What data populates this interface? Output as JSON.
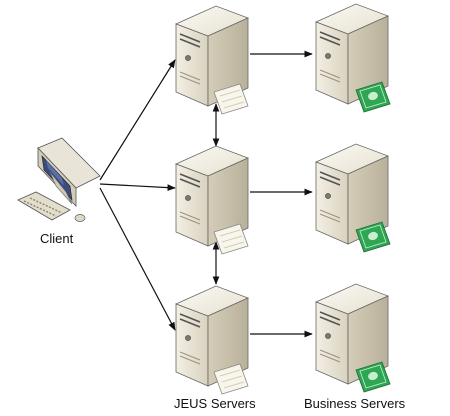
{
  "labels": {
    "client": "Client",
    "jeus": "JEUS Servers",
    "business": "Business Servers"
  },
  "nodes": {
    "jeus_servers": [
      "jeus-server-1",
      "jeus-server-2",
      "jeus-server-3"
    ],
    "business_servers": [
      "business-server-1",
      "business-server-2",
      "business-server-3"
    ]
  },
  "connections": [
    {
      "from": "client",
      "to": "jeus-server-1",
      "style": "arrow"
    },
    {
      "from": "client",
      "to": "jeus-server-2",
      "style": "arrow"
    },
    {
      "from": "client",
      "to": "jeus-server-3",
      "style": "arrow"
    },
    {
      "from": "jeus-server-1",
      "to": "business-server-1",
      "style": "arrow"
    },
    {
      "from": "jeus-server-2",
      "to": "business-server-2",
      "style": "arrow"
    },
    {
      "from": "jeus-server-3",
      "to": "business-server-3",
      "style": "arrow"
    },
    {
      "from": "jeus-server-1",
      "to": "jeus-server-2",
      "style": "double-arrow"
    },
    {
      "from": "jeus-server-2",
      "to": "jeus-server-3",
      "style": "double-arrow"
    }
  ],
  "colors": {
    "server_top": "#f6f3ec",
    "server_front": "#e9e4d6",
    "server_side": "#c9c2ae",
    "outline": "#555555",
    "ticket_paper": "#f7f4ea",
    "money": "#2e9e4c",
    "monitor_screen": "#3b4c7c",
    "arrow": "#111111"
  }
}
